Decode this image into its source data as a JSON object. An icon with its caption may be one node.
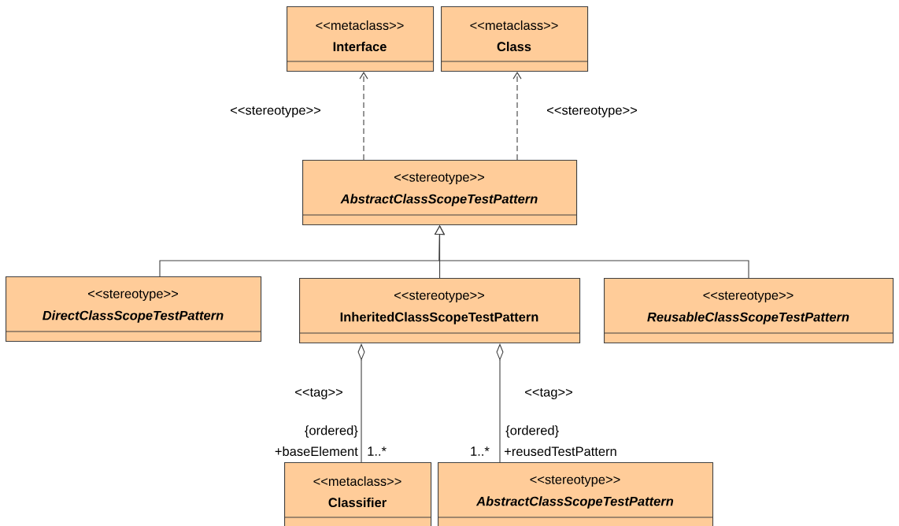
{
  "diagram": {
    "nodes": [
      {
        "text": [
          "<<metaclass>>",
          "Interface"
        ]
      },
      {
        "text": [
          "<<metaclass>>",
          "Class"
        ]
      },
      {
        "text": [
          "<<stereotype>>",
          "AbstractClassScopeTestPattern"
        ]
      },
      {
        "text": [
          "<<stereotype>>",
          "DirectClassScopeTestPattern"
        ]
      },
      {
        "text": [
          "<<stereotype>>",
          "InheritedClassScopeTestPattern"
        ]
      },
      {
        "text": [
          "<<stereotype>>",
          "ReusableClassScopeTestPattern"
        ]
      },
      {
        "text": [
          "<<metaclass>>",
          "Classifier"
        ]
      },
      {
        "text": [
          "<<stereotype>>",
          "AbstractClassScopeTestPattern"
        ]
      }
    ],
    "edges": [
      {
        "from": 2,
        "to": 0,
        "arrow": "to",
        "style": "dashed",
        "label": "<<stereotype>>"
      },
      {
        "from": 2,
        "to": 1,
        "arrow": "to",
        "style": "dashed",
        "label": "<<stereotype>>"
      },
      {
        "from": 3,
        "to": 2,
        "arrow": "to"
      },
      {
        "from": 4,
        "to": 2,
        "arrow": "to"
      },
      {
        "from": 5,
        "to": 2,
        "arrow": "to"
      },
      {
        "from": 4,
        "to": 6,
        "arrow": "other",
        "label": "<<tag>>"
      },
      {
        "from": 4,
        "to": 7,
        "arrow": "other",
        "label": "<<tag>>"
      }
    ],
    "labels": [
      "{ordered}",
      "{ordered}",
      "+baseElement",
      "1..*",
      "1..*",
      "+reusedTestPattern"
    ]
  }
}
